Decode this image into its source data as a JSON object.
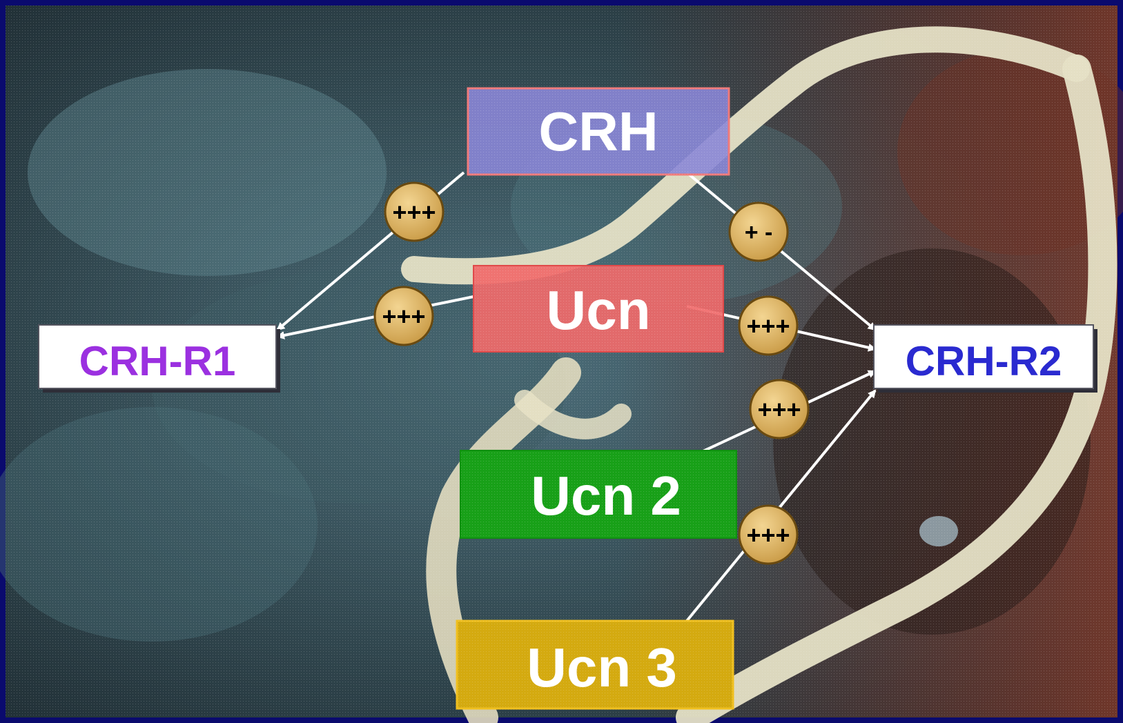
{
  "nodes": {
    "crh": "CRH",
    "ucn": "Ucn",
    "ucn2": "Ucn 2",
    "ucn3": "Ucn 3",
    "crh_r1": "CRH-R1",
    "crh_r2": "CRH-R2"
  },
  "edges": {
    "crh_to_r1": "+++",
    "ucn_to_r1": "+++",
    "crh_to_r2": "+ -",
    "ucn_to_r2": "+++",
    "ucn2_to_r2": "+++",
    "ucn3_to_r2": "+++"
  },
  "colors": {
    "frame": "#0a0a6e",
    "crh_fill": "#8a86d6",
    "ucn_fill": "#f06a6a",
    "ucn2_fill": "#18a018",
    "ucn3_fill": "#d4aa10",
    "r1_text": "#9b30e0",
    "r2_text": "#2a2ad0",
    "badge_fill": "#e4bd6a",
    "arrow": "#ffffff"
  }
}
